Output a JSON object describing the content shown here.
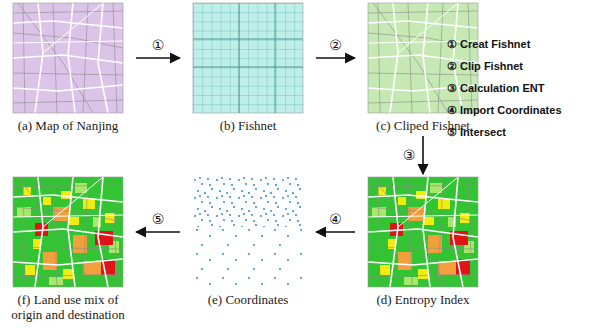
{
  "diagram": {
    "nodes": [
      {
        "text": [
          "(a) Map of Nanjing"
        ]
      },
      {
        "text": [
          "(b) Fishnet"
        ]
      },
      {
        "text": [
          "(c) Cliped Fishnet"
        ]
      },
      {
        "text": [
          "(d) Entropy Index"
        ]
      },
      {
        "text": [
          "(e) Coordinates"
        ]
      },
      {
        "text": [
          "(f) Land use mix of origin and destination"
        ]
      }
    ],
    "edges": [
      {
        "from": 0,
        "to": 1,
        "arrow": "to",
        "label": "①"
      },
      {
        "from": 1,
        "to": 2,
        "arrow": "to",
        "label": "②"
      },
      {
        "from": 2,
        "to": 3,
        "arrow": "to",
        "label": "③"
      },
      {
        "from": 3,
        "to": 4,
        "arrow": "to",
        "label": "④"
      },
      {
        "from": 4,
        "to": 5,
        "arrow": "to",
        "label": "⑤"
      }
    ],
    "labels": [
      "① Creat Fishnet",
      "② Clip Fishnet",
      "③ Calculation ENT",
      "④ Import Coordinates",
      "⑤ Intersect"
    ]
  }
}
